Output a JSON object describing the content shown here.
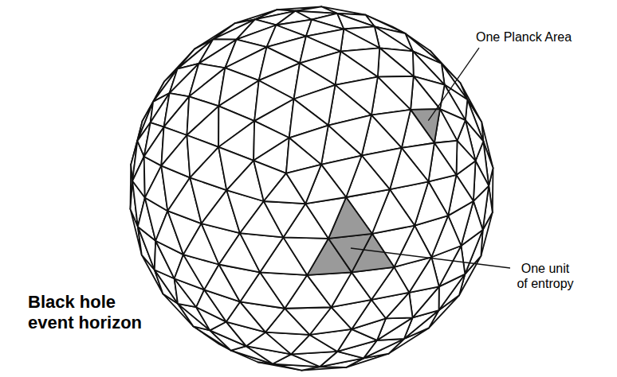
{
  "diagram": {
    "labels": [
      "One Planck Area",
      "One unit of entropy",
      "Black hole event horizon"
    ]
  }
}
